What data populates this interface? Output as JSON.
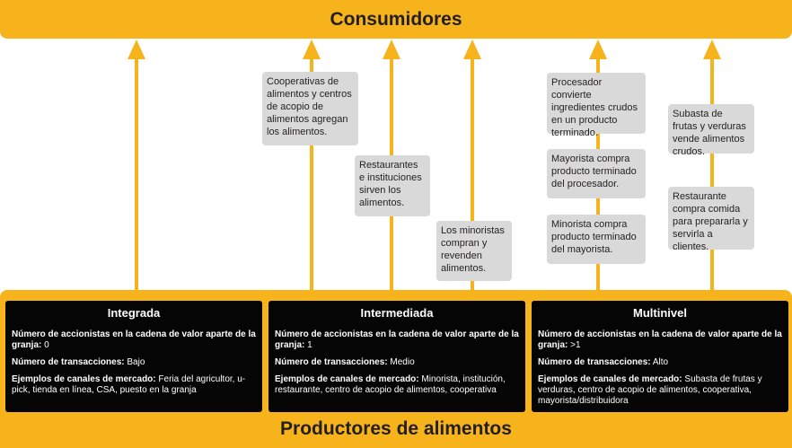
{
  "top": {
    "title": "Consumidores"
  },
  "bottom": {
    "title": "Productores de alimentos"
  },
  "notes": {
    "cooperativas": "Cooperativas de alimentos y centros de acopio de alimentos agregan los alimentos.",
    "restaurantes": "Restaurantes e instituciones sirven los alimentos.",
    "minoristas": "Los minoristas compran y revenden alimentos.",
    "procesador": "Procesador convierte ingredientes crudos en un producto terminado.",
    "mayorista": "Mayorista compra producto terminado del procesador.",
    "minorista_compra": "Minorista compra producto terminado del mayorista.",
    "subasta": "Subasta de frutas y verduras vende alimentos crudos.",
    "restaurante_compra": "Restaurante compra comida para prepararla y servirla a clientes."
  },
  "cards": [
    {
      "title": "Integrada",
      "holders_label": "Número de accionistas en la cadena de valor aparte de la granja:",
      "holders_value": "0",
      "transactions_label": "Número de transacciones:",
      "transactions_value": "Bajo",
      "channels_label": "Ejemplos de canales de mercado:",
      "channels_value": "Feria del agricultor, u-pick, tienda en línea, CSA, puesto en la granja"
    },
    {
      "title": "Intermediada",
      "holders_label": "Número de accionistas en la cadena de valor aparte de la granja:",
      "holders_value": "1",
      "transactions_label": "Número de transacciones:",
      "transactions_value": "Medio",
      "channels_label": "Ejemplos de canales de mercado:",
      "channels_value": "Minorista, institución, restaurante, centro de acopio de alimentos, cooperativa"
    },
    {
      "title": "Multinivel",
      "holders_label": "Número de accionistas en la cadena de valor aparte de la granja:",
      "holders_value": ">1",
      "transactions_label": "Número de transacciones:",
      "transactions_value": "Alto",
      "channels_label": "Ejemplos de canales de mercado:",
      "channels_value": "Subasta de frutas y verduras, centro de acopio de alimentos, cooperativa, mayorista/distribuidora"
    }
  ],
  "colors": {
    "accent": "#f6b31c",
    "card": "#050505",
    "note": "#d9d9d9",
    "text": "#231f20"
  }
}
